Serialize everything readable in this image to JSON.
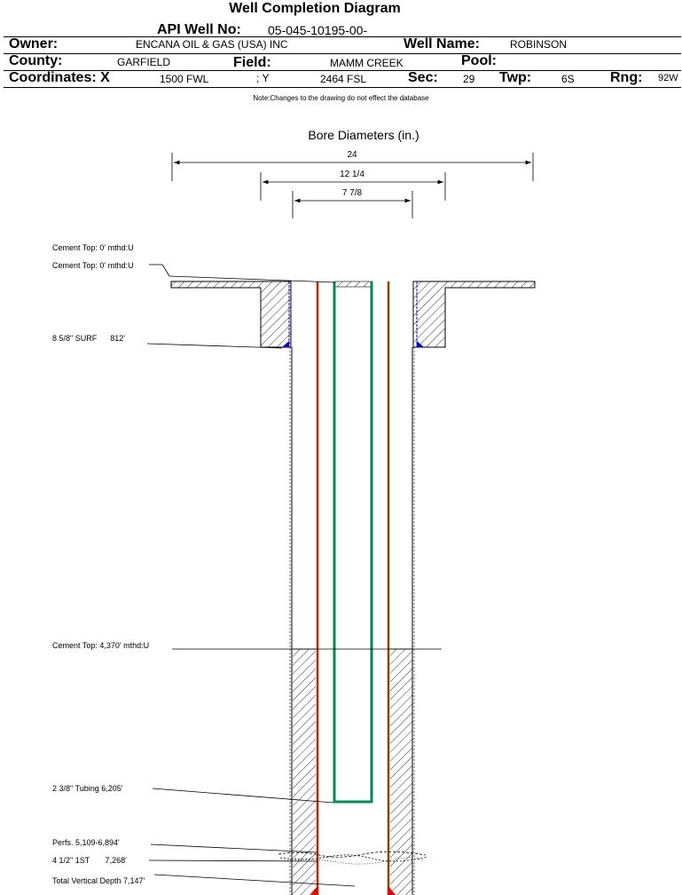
{
  "header": {
    "title": "Well Completion Diagram",
    "api_label": "API Well No:",
    "api_value": "05-045-10195-00-",
    "owner_label": "Owner:",
    "owner_value": "ENCANA OIL & GAS (USA) INC",
    "well_name_label": "Well Name:",
    "well_name_value": "ROBINSON",
    "county_label": "County:",
    "county_value": "GARFIELD",
    "field_label": "Field:",
    "field_value": "MAMM CREEK",
    "pool_label": "Pool:",
    "pool_value": "",
    "coord_label": "Coordinates: X",
    "coord_x": "1500 FWL",
    "coord_y_label": "; Y",
    "coord_y": "2464 FSL",
    "sec_label": "Sec:",
    "sec_value": "29",
    "twp_label": "Twp:",
    "twp_value": "6S",
    "rng_label": "Rng:",
    "rng_value": "92W"
  },
  "note": "Note:Changes to the drawing do not effect the database",
  "diagram": {
    "bore_title": "Bore Diameters (in.)",
    "bore_dims": [
      "24",
      "12 1/4",
      "7 7/8"
    ],
    "labels": {
      "cement_top_1": "Cement Top: 0' mthd:U",
      "cement_top_2": "Cement Top: 0' mthd:U",
      "surface_casing": "8 5/8\" SURF      812'",
      "cement_top_3": "Cement Top: 4,370' mthd:U",
      "tubing": "2 3/8\" Tubing 6,205'",
      "perfs": "Perfs. 5,109-6,894'",
      "production_casing": "4 1/2\" 1ST       7,268'",
      "total_depth": "Total Vertical Depth 7,147'"
    },
    "colors": {
      "casing_outer": "#cc2200",
      "casing_inner": "#884400",
      "tubing": "#008855",
      "cement_blue": "#0000cc",
      "shoe_red": "#ee0000"
    }
  }
}
